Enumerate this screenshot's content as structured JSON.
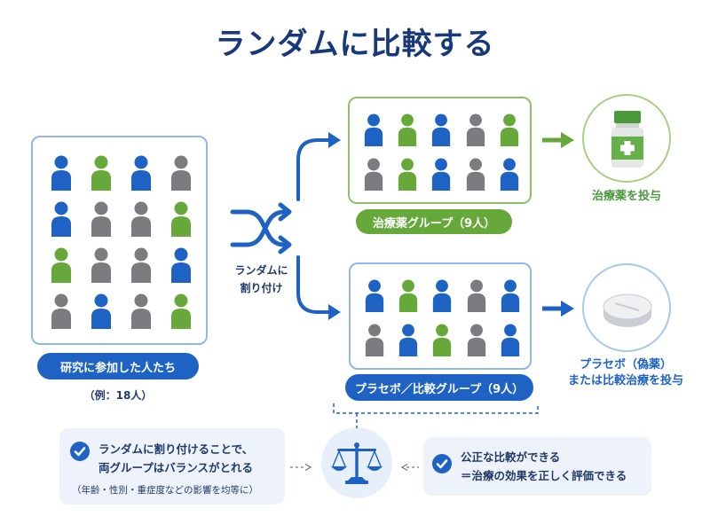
{
  "title": "ランダムに比較する",
  "colors": {
    "blue": "#1e63c4",
    "green": "#67a83b",
    "gray": "#7b7b80",
    "navy": "#17387a"
  },
  "participants": {
    "label": "研究に参加した人たち",
    "note": "（例：18人）",
    "people": [
      "blue",
      "green",
      "blue",
      "gray",
      "blue",
      "gray",
      "gray",
      "green",
      "green",
      "gray",
      "gray",
      "blue",
      "gray",
      "blue",
      "gray",
      "green"
    ]
  },
  "randomize": {
    "label_line1": "ランダムに",
    "label_line2": "割り付け",
    "icon": "shuffle-icon"
  },
  "treatment_group": {
    "label": "治療薬グループ（9人）",
    "people": [
      "blue",
      "green",
      "blue",
      "gray",
      "green",
      "gray",
      "green",
      "blue",
      "gray",
      "blue"
    ],
    "result": "治療薬を投与",
    "icon": "medicine-bottle-icon"
  },
  "placebo_group": {
    "label": "プラセボ／比較グループ（9人）",
    "people": [
      "blue",
      "green",
      "blue",
      "gray",
      "blue",
      "gray",
      "blue",
      "green",
      "gray",
      "blue"
    ],
    "result_line1": "プラセボ（偽薬）",
    "result_line2": "または比較治療を投与",
    "icon": "pill-tablet-icon"
  },
  "bottom_left": {
    "line1": "ランダムに割り付けることで、",
    "line2": "両グループはバランスがとれる",
    "sub": "（年齢・性別・重症度などの影響を均等に）",
    "icon": "check-icon"
  },
  "bottom_right": {
    "line1": "公正な比較ができる",
    "line2": "＝治療の効果を正しく評価できる",
    "icon": "check-icon"
  },
  "center_icon": "balance-scale-icon"
}
